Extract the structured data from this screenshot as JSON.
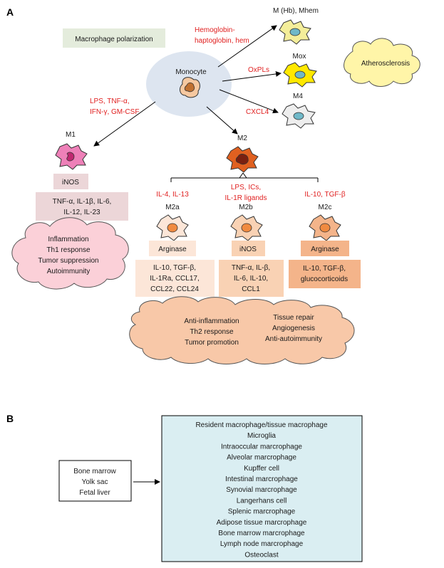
{
  "panel_a": {
    "letter": "A",
    "title": "Macrophage polarization",
    "monocyte": "Monocyte",
    "atherosclerosis": "Atherosclerosis",
    "mhb": {
      "label": "M (Hb), Mhem",
      "stimulus_1": "Hemoglobin-",
      "stimulus_2": "haptoglobin, hem"
    },
    "mox": {
      "label": "Mox",
      "stimulus": "OxPLs"
    },
    "m4": {
      "label": "M4",
      "stimulus": "CXCL4"
    },
    "m1": {
      "label": "M1",
      "stimulus_1": "LPS, TNF-α,",
      "stimulus_2": "IFN-γ, GM-CSF",
      "enzyme": "iNOS",
      "products_1": "TNF-α, IL-1β, IL-6,",
      "products_2": "IL-12, IL-23",
      "functions": [
        "Inflammation",
        "Th1 response",
        "Tumor suppression",
        "Autoimmunity"
      ]
    },
    "m2": {
      "label": "M2"
    },
    "m2a": {
      "label": "M2a",
      "stimulus": "IL-4, IL-13",
      "enzyme": "Arginase",
      "products": [
        "IL-10, TGF-β,",
        "IL-1Ra, CCL17,",
        "CCL22, CCL24"
      ]
    },
    "m2b": {
      "label": "M2b",
      "stimulus_1": "LPS, ICs,",
      "stimulus_2": "IL-1R ligands",
      "enzyme": "iNOS",
      "products": [
        "TNF-α, IL-β,",
        "IL-6, IL-10,",
        "CCL1"
      ]
    },
    "m2c": {
      "label": "M2c",
      "stimulus": "IL-10, TGF-β",
      "enzyme": "Arginase",
      "products": [
        "IL-10, TGF-β,",
        "glucocorticoids"
      ]
    },
    "m2_functions_left": [
      "Anti-inflammation",
      "Th2 response",
      "Tumor promotion"
    ],
    "m2_functions_right": [
      "Tissue repair",
      "Angiogenesis",
      "Anti-autoimmunity"
    ]
  },
  "panel_b": {
    "letter": "B",
    "origins": [
      "Bone marrow",
      "Yolk sac",
      "Fetal liver"
    ],
    "tissue_macrophages": [
      "Resident macrophage/tissue macrophage",
      "Microglia",
      "Intraoccular marcrophage",
      "Alveolar marcrophage",
      "Kupffer cell",
      "Intestinal marcrophage",
      "Synovial marcrophage",
      "Langerhans cell",
      "Splenic marcrophage",
      "Adipose tissue marcrophage",
      "Bone marrow marcrophage",
      "Lymph node marcrophage",
      "Osteoclast"
    ]
  },
  "colors": {
    "red_text": "#e02020",
    "monocyte_halo": "#dde5f0",
    "mhb_cell": "#f4ee9a",
    "mox_cell": "#ffe800",
    "m4_cell": "#eeeeee",
    "cell_nucleus": "#6fb8c8",
    "m1_cell": "#ee80b8",
    "m1_box": "#ecd6d8",
    "m1_cloud": "#fbd0d8",
    "m2_cell": "#e06020",
    "m2a_box": "#fce6d8",
    "m2b_box": "#f9d2b4",
    "m2c_box": "#f4b48a",
    "m2_cloud": "#f8c8a8",
    "polarization_label": "#e4ecdc",
    "atherosclerosis_cloud": "#fff5a8",
    "tissue_box": "#daeef2"
  }
}
